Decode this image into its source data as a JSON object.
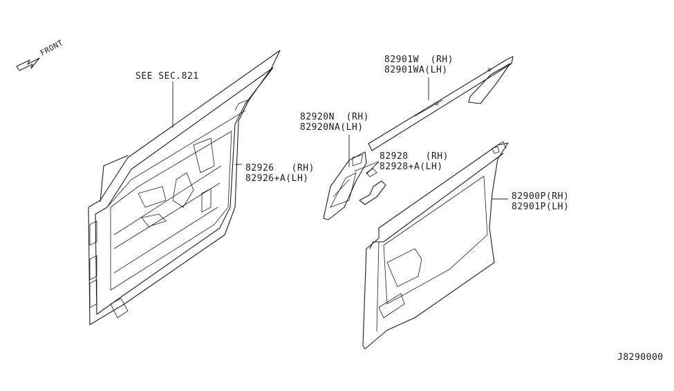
{
  "front_indicator": {
    "label": "FRONT",
    "icon": "front-arrow-icon"
  },
  "callouts": {
    "see_sec": "SEE SEC.821",
    "inner_panel": {
      "rh": "82926   (RH)",
      "lh": "82926+A(LH)"
    },
    "trim_strip": {
      "rh": "82901W  (RH)",
      "lh": "82901WA(LH)"
    },
    "pull_handle": {
      "rh": "82920N  (RH)",
      "lh": "82920NA(LH)"
    },
    "handle_cover": {
      "rh": "82928   (RH)",
      "lh": "82928+A(LH)"
    },
    "door_finisher": {
      "rh": "82900P(RH)",
      "lh": "82901P(LH)"
    }
  },
  "diagram_code": "J8290000"
}
